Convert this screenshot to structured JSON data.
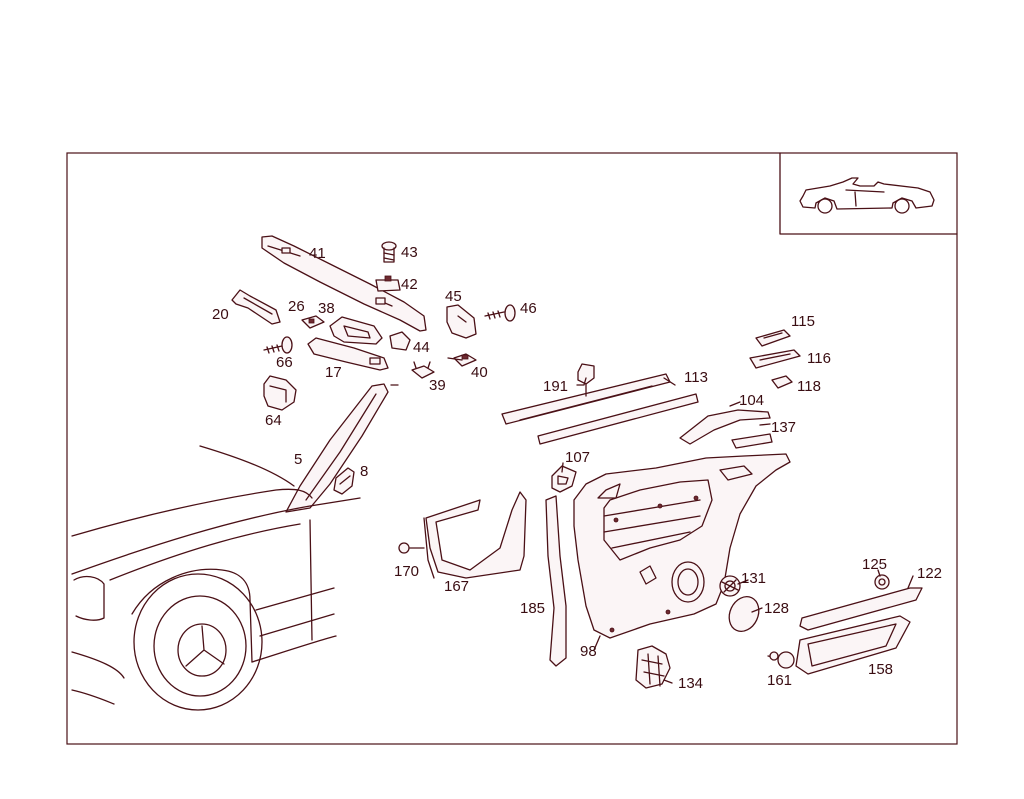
{
  "diagram": {
    "frame_color": "#4a1016",
    "text_color": "#3a0d12",
    "callouts": [
      {
        "id": "c41",
        "label": "41"
      },
      {
        "id": "c43",
        "label": "43"
      },
      {
        "id": "c42",
        "label": "42"
      },
      {
        "id": "c45",
        "label": "45"
      },
      {
        "id": "c46",
        "label": "46"
      },
      {
        "id": "c20",
        "label": "20"
      },
      {
        "id": "c26",
        "label": "26"
      },
      {
        "id": "c38",
        "label": "38"
      },
      {
        "id": "c44",
        "label": "44"
      },
      {
        "id": "c66",
        "label": "66"
      },
      {
        "id": "c17",
        "label": "17"
      },
      {
        "id": "c39",
        "label": "39"
      },
      {
        "id": "c40",
        "label": "40"
      },
      {
        "id": "c64",
        "label": "64"
      },
      {
        "id": "c5",
        "label": "5"
      },
      {
        "id": "c8",
        "label": "8"
      },
      {
        "id": "c115",
        "label": "115"
      },
      {
        "id": "c116",
        "label": "116"
      },
      {
        "id": "c118",
        "label": "118"
      },
      {
        "id": "c113",
        "label": "113"
      },
      {
        "id": "c191",
        "label": "191"
      },
      {
        "id": "c104",
        "label": "104"
      },
      {
        "id": "c137",
        "label": "137"
      },
      {
        "id": "c107",
        "label": "107"
      },
      {
        "id": "c170",
        "label": "170"
      },
      {
        "id": "c167",
        "label": "167"
      },
      {
        "id": "c185",
        "label": "185"
      },
      {
        "id": "c98",
        "label": "98"
      },
      {
        "id": "c131",
        "label": "131"
      },
      {
        "id": "c128",
        "label": "128"
      },
      {
        "id": "c125",
        "label": "125"
      },
      {
        "id": "c122",
        "label": "122"
      },
      {
        "id": "c134",
        "label": "134"
      },
      {
        "id": "c161",
        "label": "161"
      },
      {
        "id": "c158",
        "label": "158"
      }
    ]
  }
}
